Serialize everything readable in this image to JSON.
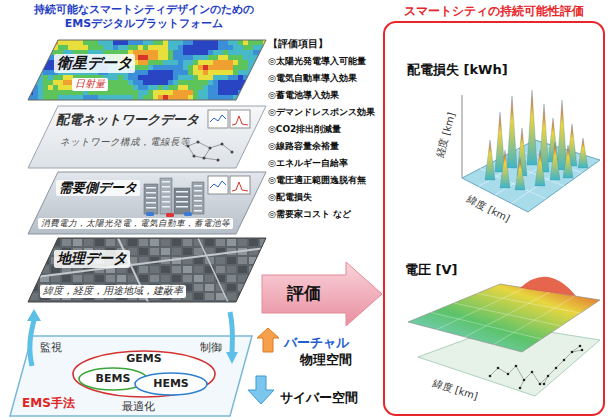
{
  "diagram": {
    "title": "持続可能なスマートシティデザインのための EMSデジタルプラットフォーム",
    "nodes": [
      {
        "text": [
          "衛星データ",
          "日射量"
        ]
      },
      {
        "text": [
          "配電ネットワークデータ",
          "ネットワーク構成，電線長等"
        ]
      },
      {
        "text": [
          "需要側データ",
          "消費電力，太陽光発電，電気自動車，蓄電池等"
        ]
      },
      {
        "text": [
          "地理データ",
          "緯度，経度，用途地域，建蔽率"
        ]
      },
      {
        "text": [
          "評価"
        ]
      },
      {
        "text": [
          "スマートシティの持続可能性評価",
          "配電損失 [kWh]",
          "電圧 [V]"
        ]
      },
      {
        "text": [
          "監視",
          "制御",
          "EMS手法",
          "最適化"
        ]
      },
      {
        "text": [
          "GEMS"
        ],
        "in": 6
      },
      {
        "text": [
          "BEMS"
        ],
        "in": 7
      },
      {
        "text": [
          "HEMS"
        ],
        "in": 7
      }
    ],
    "labels": [
      "【評価項目】",
      "◎太陽光発電導入可能量",
      "◎電気自動車導入効果",
      "◎蓄電池導入効果",
      "◎デマンドレスポンス効果",
      "◎CO2排出削減量",
      "◎線路容量余裕量",
      "◎エネルギー自給率",
      "◎電圧適正範囲逸脱有無",
      "◎配電損失",
      "◎需要家コスト など",
      "経度 [km]",
      "緯度 [km]",
      "緯度 [km]",
      "バーチャル",
      "物理空間",
      "サイバー空間"
    ]
  }
}
